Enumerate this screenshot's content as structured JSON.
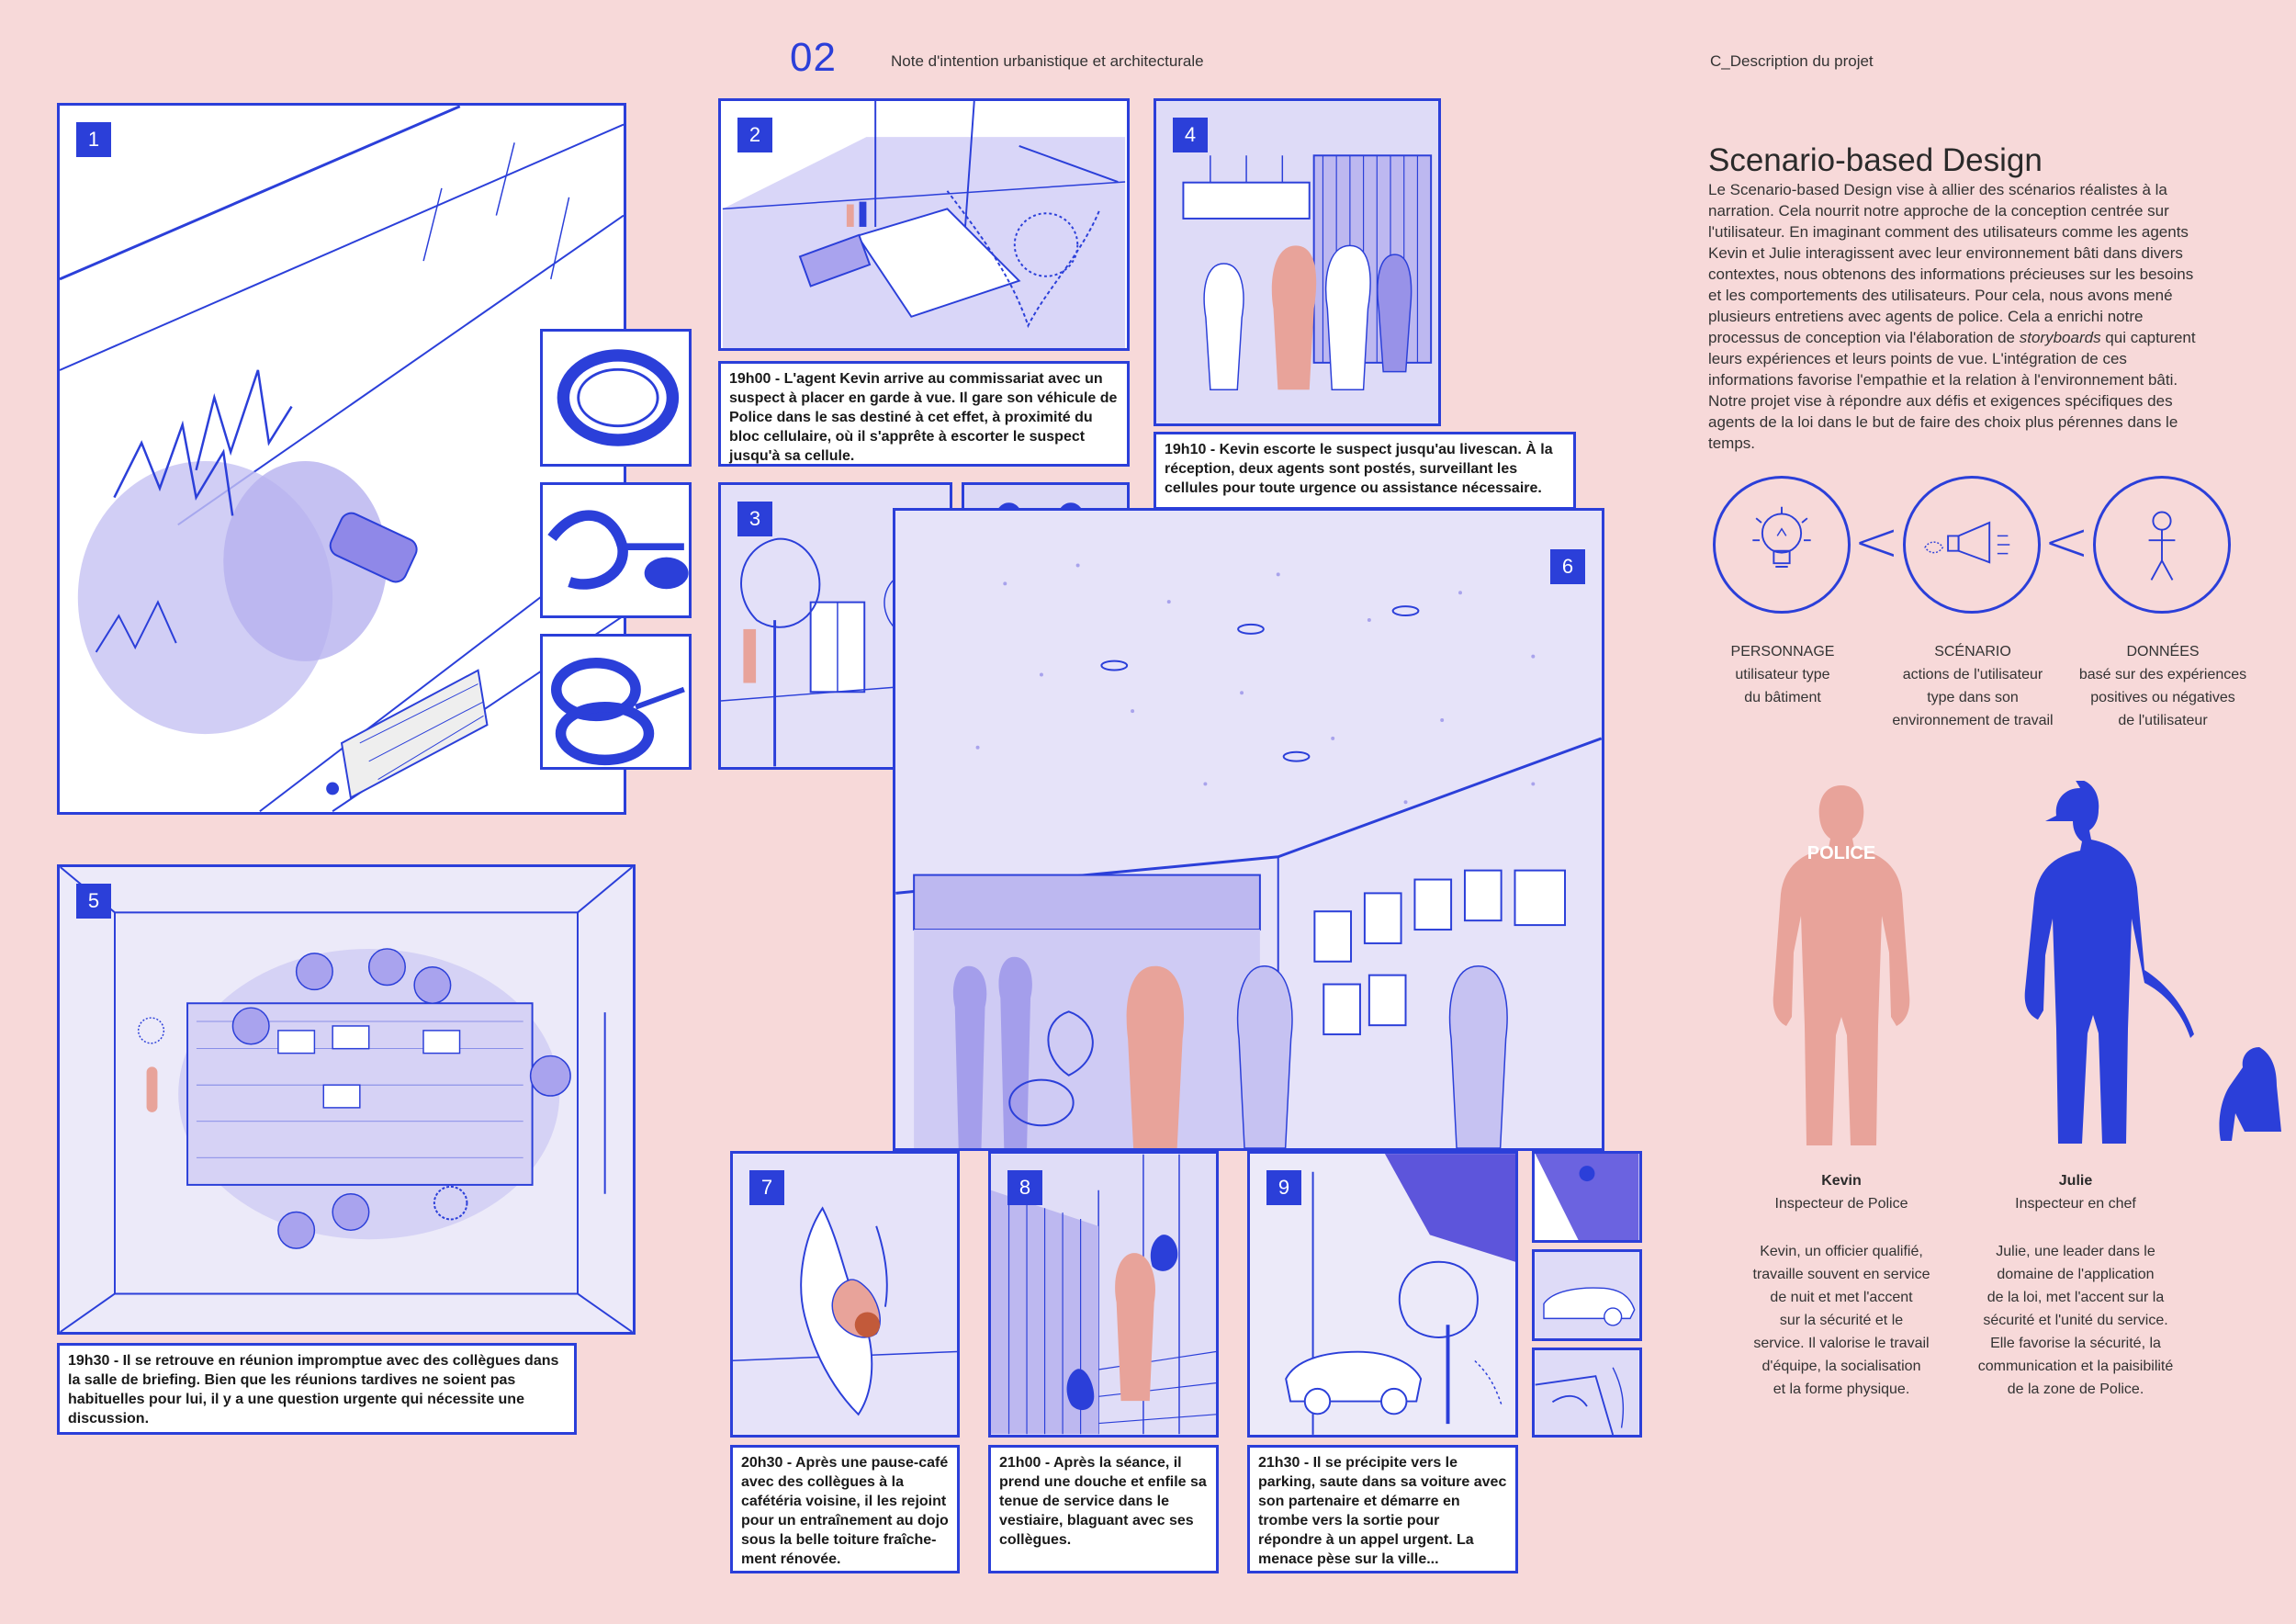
{
  "header": {
    "section_number": "02",
    "section_title": "Note d'intention urbanistique et architecturale",
    "right_title": "C_Description du projet"
  },
  "panels": {
    "p1": "1",
    "p2": "2",
    "p3": "3",
    "p4": "4",
    "p5": "5",
    "p6": "6",
    "p7": "7",
    "p8": "8",
    "p9": "9"
  },
  "captions": {
    "c2": "19h00 - L'agent Kevin arrive au commissariat avec un suspect à placer en garde à vue. Il gare son véhicule de Police dans le sas destiné à cet effet, à proximité du bloc cellulaire, où il s'apprête à escorter le suspect jusqu'à sa cellule.",
    "c4": "19h10 - Kevin escorte le suspect jusqu'au livescan. À la réception, deux agents sont postés, surveillant les cellules pour toute urgence ou assistance nécessaire.",
    "c5": "19h30 - Il se retrouve en réunion impromptue avec des collègues dans la salle de briefing. Bien que les réunions tardives ne soient pas habituelles pour lui, il y a une question urgente qui nécessite une discussion.",
    "c7": "20h30 - Après une pause-café avec des collègues à la cafétéria voisine, il les rejoint pour un entraînement au dojo sous la belle toiture fraîche-ment rénovée.",
    "c8": "21h00 - Après la séance, il prend une douche et enfile sa tenue de service dans le vestiaire, blaguant avec ses collègues.",
    "c9": "21h30 - Il se précipite vers le parking, saute dans sa voiture avec son partenaire et démarre en trombe vers la sortie pour répondre à un appel urgent. La menace pèse sur la ville..."
  },
  "scenario": {
    "title": "Scenario-based Design",
    "text_1": "Le Scenario-based Design vise à allier des scénarios réalistes à la narration. Cela nourrit notre approche de la conception centrée sur l'utilisateur. En imaginant comment des utilisateurs comme les agents Kevin et Julie interagissent avec leur environnement bâti dans divers contextes, nous obtenons des informations précieuses sur les besoins et les comportements des utilisateurs. Pour cela, nous avons mené plusieurs entretiens avec agents de police. Cela a enrichi notre processus de conception via l'élaboration de ",
    "text_em": "storyboards",
    "text_2": " qui capturent leurs expériences et leurs points de vue. L'intégration de ces informations favorise l'empathie et la relation à l'environnement bâti. Notre projet vise à répondre aux défis et exigences spécifiques des agents de la loi dans le but de faire des choix plus pérennes dans le temps."
  },
  "diagram": {
    "personnage": {
      "title": "PERSONNAGE",
      "desc1": "utilisateur type",
      "desc2": "du bâtiment"
    },
    "scenario": {
      "title": "SCÉNARIO",
      "desc1": "actions de l'utilisateur",
      "desc2": "type dans son",
      "desc3": "environnement de travail"
    },
    "donnees": {
      "title": "DONNÉES",
      "desc1": "basé sur des expériences",
      "desc2": "positives ou négatives",
      "desc3": "de l'utilisateur"
    },
    "chevron": "<"
  },
  "personas": {
    "kevin": {
      "name": "Kevin",
      "role": "Inspecteur de Police",
      "desc": [
        "Kevin, un officier qualifié,",
        "travaille souvent en service",
        "de nuit et met l'accent",
        "sur la sécurité et le",
        "service. Il valorise le travail",
        "d'équipe, la socialisation",
        "et la forme physique."
      ],
      "badge": "POLICE"
    },
    "julie": {
      "name": "Julie",
      "role": "Inspecteur en chef",
      "desc": [
        "Julie, une leader dans le",
        "domaine de l'application",
        "de la loi, met l'accent sur la",
        "sécurité et l'unité du service.",
        "Elle favorise la sécurité, la",
        "communication et la paisibilité",
        "de la zone de Police."
      ]
    }
  },
  "colors": {
    "blue": "#2b3fd9",
    "pink_bg": "#f7d9d9",
    "salmon": "#e8a39a",
    "panel_bg": "#e9e7fb"
  },
  "icons": [
    "lightbulb-icon",
    "megaphone-icon",
    "stick-figure-icon"
  ]
}
